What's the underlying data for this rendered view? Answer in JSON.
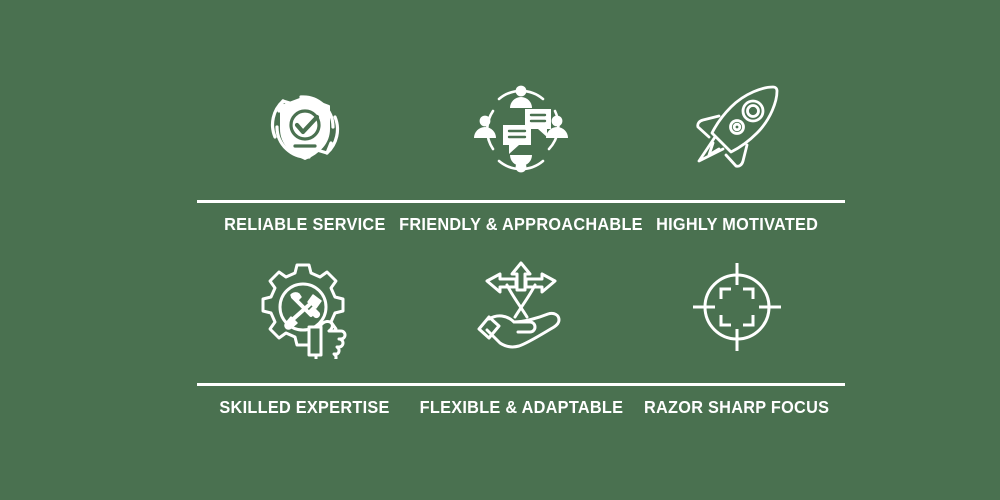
{
  "page": {
    "background_color": "#4a7150",
    "foreground_color": "#ffffff",
    "title": "Company Values Icon Grid"
  },
  "rows": [
    {
      "id": "row-top",
      "divider": true,
      "items": [
        {
          "label": "RELIABLE SERVICE",
          "icon": "shield-check-refresh-icon"
        },
        {
          "label": "FRIENDLY & APPROACHABLE",
          "icon": "people-chat-network-icon"
        },
        {
          "label": "HIGHLY MOTIVATED",
          "icon": "rocket-icon"
        }
      ]
    },
    {
      "id": "row-bottom",
      "divider": true,
      "items": [
        {
          "label": "SKILLED EXPERTISE",
          "icon": "gear-tools-hand-icon"
        },
        {
          "label": "FLEXIBLE & ADAPTABLE",
          "icon": "hand-multi-arrow-icon"
        },
        {
          "label": "RAZOR SHARP FOCUS",
          "icon": "crosshair-target-icon"
        }
      ]
    }
  ]
}
